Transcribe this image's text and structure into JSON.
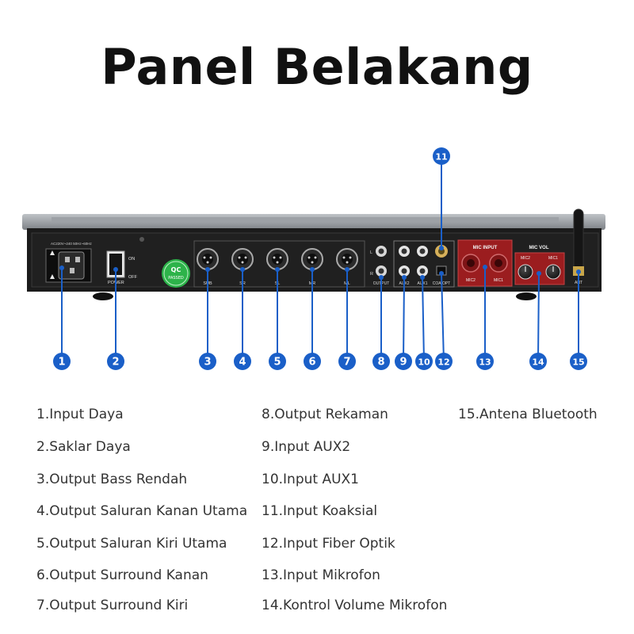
{
  "title": "Panel Belakang",
  "colors": {
    "callout": "#1a5fc8",
    "panel": "#1b1b1b",
    "mic": "#9b1d1f",
    "qc": "#2db34a"
  },
  "panel_labels": {
    "ac": "AC220V~240 50Hz~60Hz",
    "on": "ON",
    "off": "OFF",
    "power": "POWER",
    "qc_top": "QC",
    "qc_bottom": "PASSED",
    "sub": "SUB",
    "sr": "SR",
    "sl": "SL",
    "mr": "MR",
    "ml": "ML",
    "l": "L",
    "r": "R",
    "output": "OUTPUT",
    "aux2": "AUX2",
    "aux1": "AUX1",
    "coa_opt": "COA/OPT",
    "mic_input": "MIC INPUT",
    "mic2": "MIC2",
    "mic1": "MIC1",
    "mic_vol": "MIC VOL",
    "vol_mic2": "MIC2",
    "vol_mic1": "MIC1",
    "ant": "ANT"
  },
  "callouts": [
    "1",
    "2",
    "3",
    "4",
    "5",
    "6",
    "7",
    "8",
    "9",
    "10",
    "11",
    "12",
    "13",
    "14",
    "15"
  ],
  "legend": [
    "1.Input Daya",
    "2.Saklar Daya",
    "3.Output Bass Rendah",
    "4.Output Saluran Kanan Utama",
    "5.Output Saluran Kiri Utama",
    "6.Output Surround Kanan",
    "7.Output Surround Kiri",
    "8.Output Rekaman",
    "9.Input AUX2",
    "10.Input AUX1",
    "11.Input Koaksial",
    "12.Input Fiber Optik",
    "13.Input Mikrofon",
    "14.Kontrol Volume Mikrofon",
    "15.Antena Bluetooth"
  ]
}
